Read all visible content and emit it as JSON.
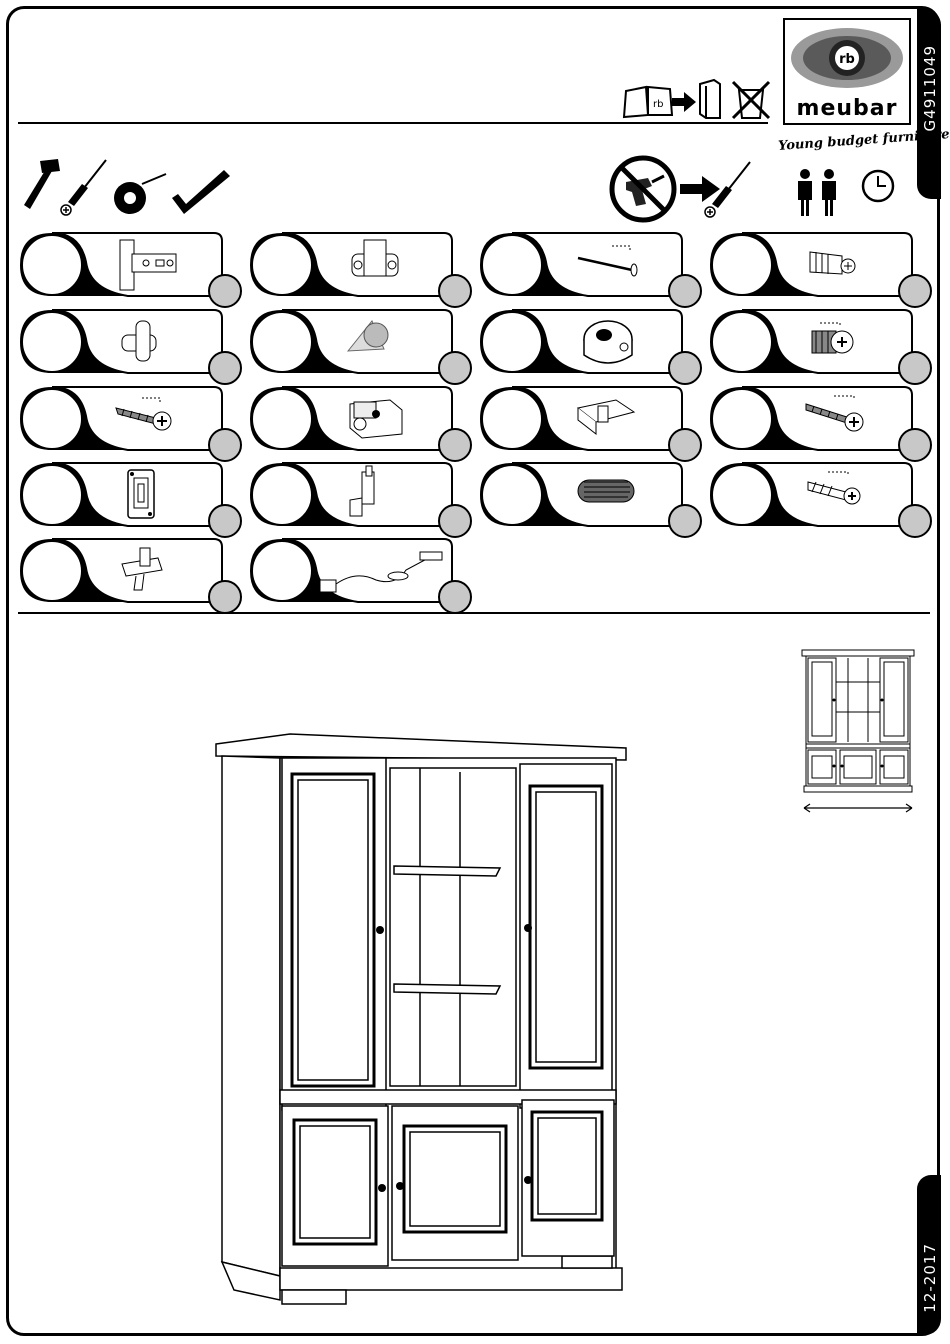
{
  "header": {
    "document_code": "G4911049",
    "brand_name": "meubar",
    "tagline": "Young budget furniture",
    "logo_mark": "rb"
  },
  "footer": {
    "date": "12-2017"
  },
  "icons": {
    "header_instructions": [
      "manual-book-icon",
      "arrow-right-icon",
      "binder-icon",
      "no-bin-icon"
    ],
    "tools": [
      "hammer-icon",
      "screwdriver-icon",
      "tape-measure-icon",
      "square-ruler-icon"
    ],
    "advice": [
      "no-power-drill-icon",
      "arrow-right-icon",
      "screwdriver-icon",
      "two-persons-icon",
      "clock-icon"
    ]
  },
  "fittings": [
    {
      "icon": "cup-hinge-icon"
    },
    {
      "icon": "hinge-plate-icon"
    },
    {
      "icon": "nail-icon"
    },
    {
      "icon": "plastic-anchor-icon"
    },
    {
      "icon": "wooden-dowel-connector-icon"
    },
    {
      "icon": "felt-pads-icon"
    },
    {
      "icon": "cam-lock-icon"
    },
    {
      "icon": "short-screw-icon"
    },
    {
      "icon": "wood-screw-icon"
    },
    {
      "icon": "corner-block-icon"
    },
    {
      "icon": "hanging-bracket-icon"
    },
    {
      "icon": "long-screw-icon"
    },
    {
      "icon": "magnetic-catch-icon"
    },
    {
      "icon": "shelf-support-icon"
    },
    {
      "icon": "wooden-dowel-icon"
    },
    {
      "icon": "euro-screw-icon"
    },
    {
      "icon": "glass-shelf-clip-icon"
    },
    {
      "icon": "led-light-kit-icon"
    }
  ],
  "illustrations": {
    "main": "cabinet-illustration",
    "thumbnail": "cabinet-front-thumbnail"
  }
}
